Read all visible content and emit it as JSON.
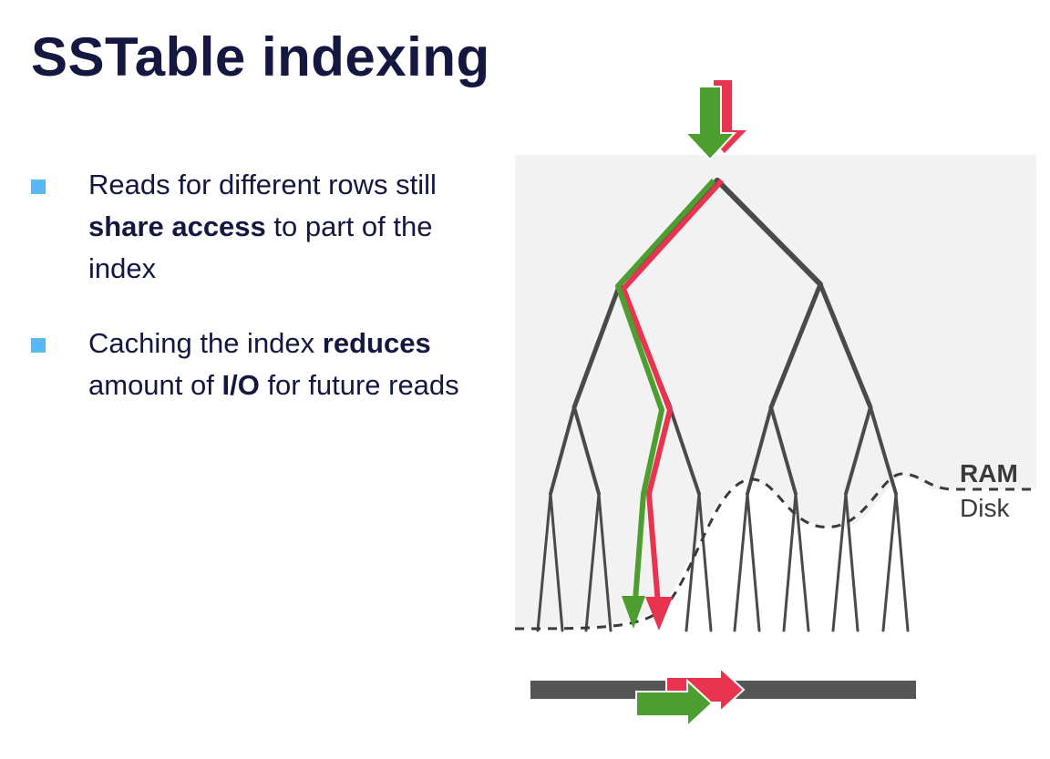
{
  "title": "SSTable indexing",
  "bullets": [
    {
      "parts": [
        {
          "text": "Reads for different rows still ",
          "bold": false
        },
        {
          "text": "share access",
          "bold": true
        },
        {
          "text": " to part of the index",
          "bold": false
        }
      ]
    },
    {
      "parts": [
        {
          "text": "Caching the index ",
          "bold": false
        },
        {
          "text": "reduces",
          "bold": true
        },
        {
          "text": " amount of ",
          "bold": false
        },
        {
          "text": "I/O",
          "bold": true
        },
        {
          "text": " for future reads",
          "bold": false
        }
      ]
    }
  ],
  "diagram": {
    "ram_label": "RAM",
    "disk_label": "Disk",
    "colors": {
      "tree": "#4a4a4a",
      "green": "#4c9e2e",
      "red": "#e8344f",
      "ram_bg": "#f2f2f2",
      "accent": "#59b8f2",
      "navy": "#14173f"
    }
  }
}
